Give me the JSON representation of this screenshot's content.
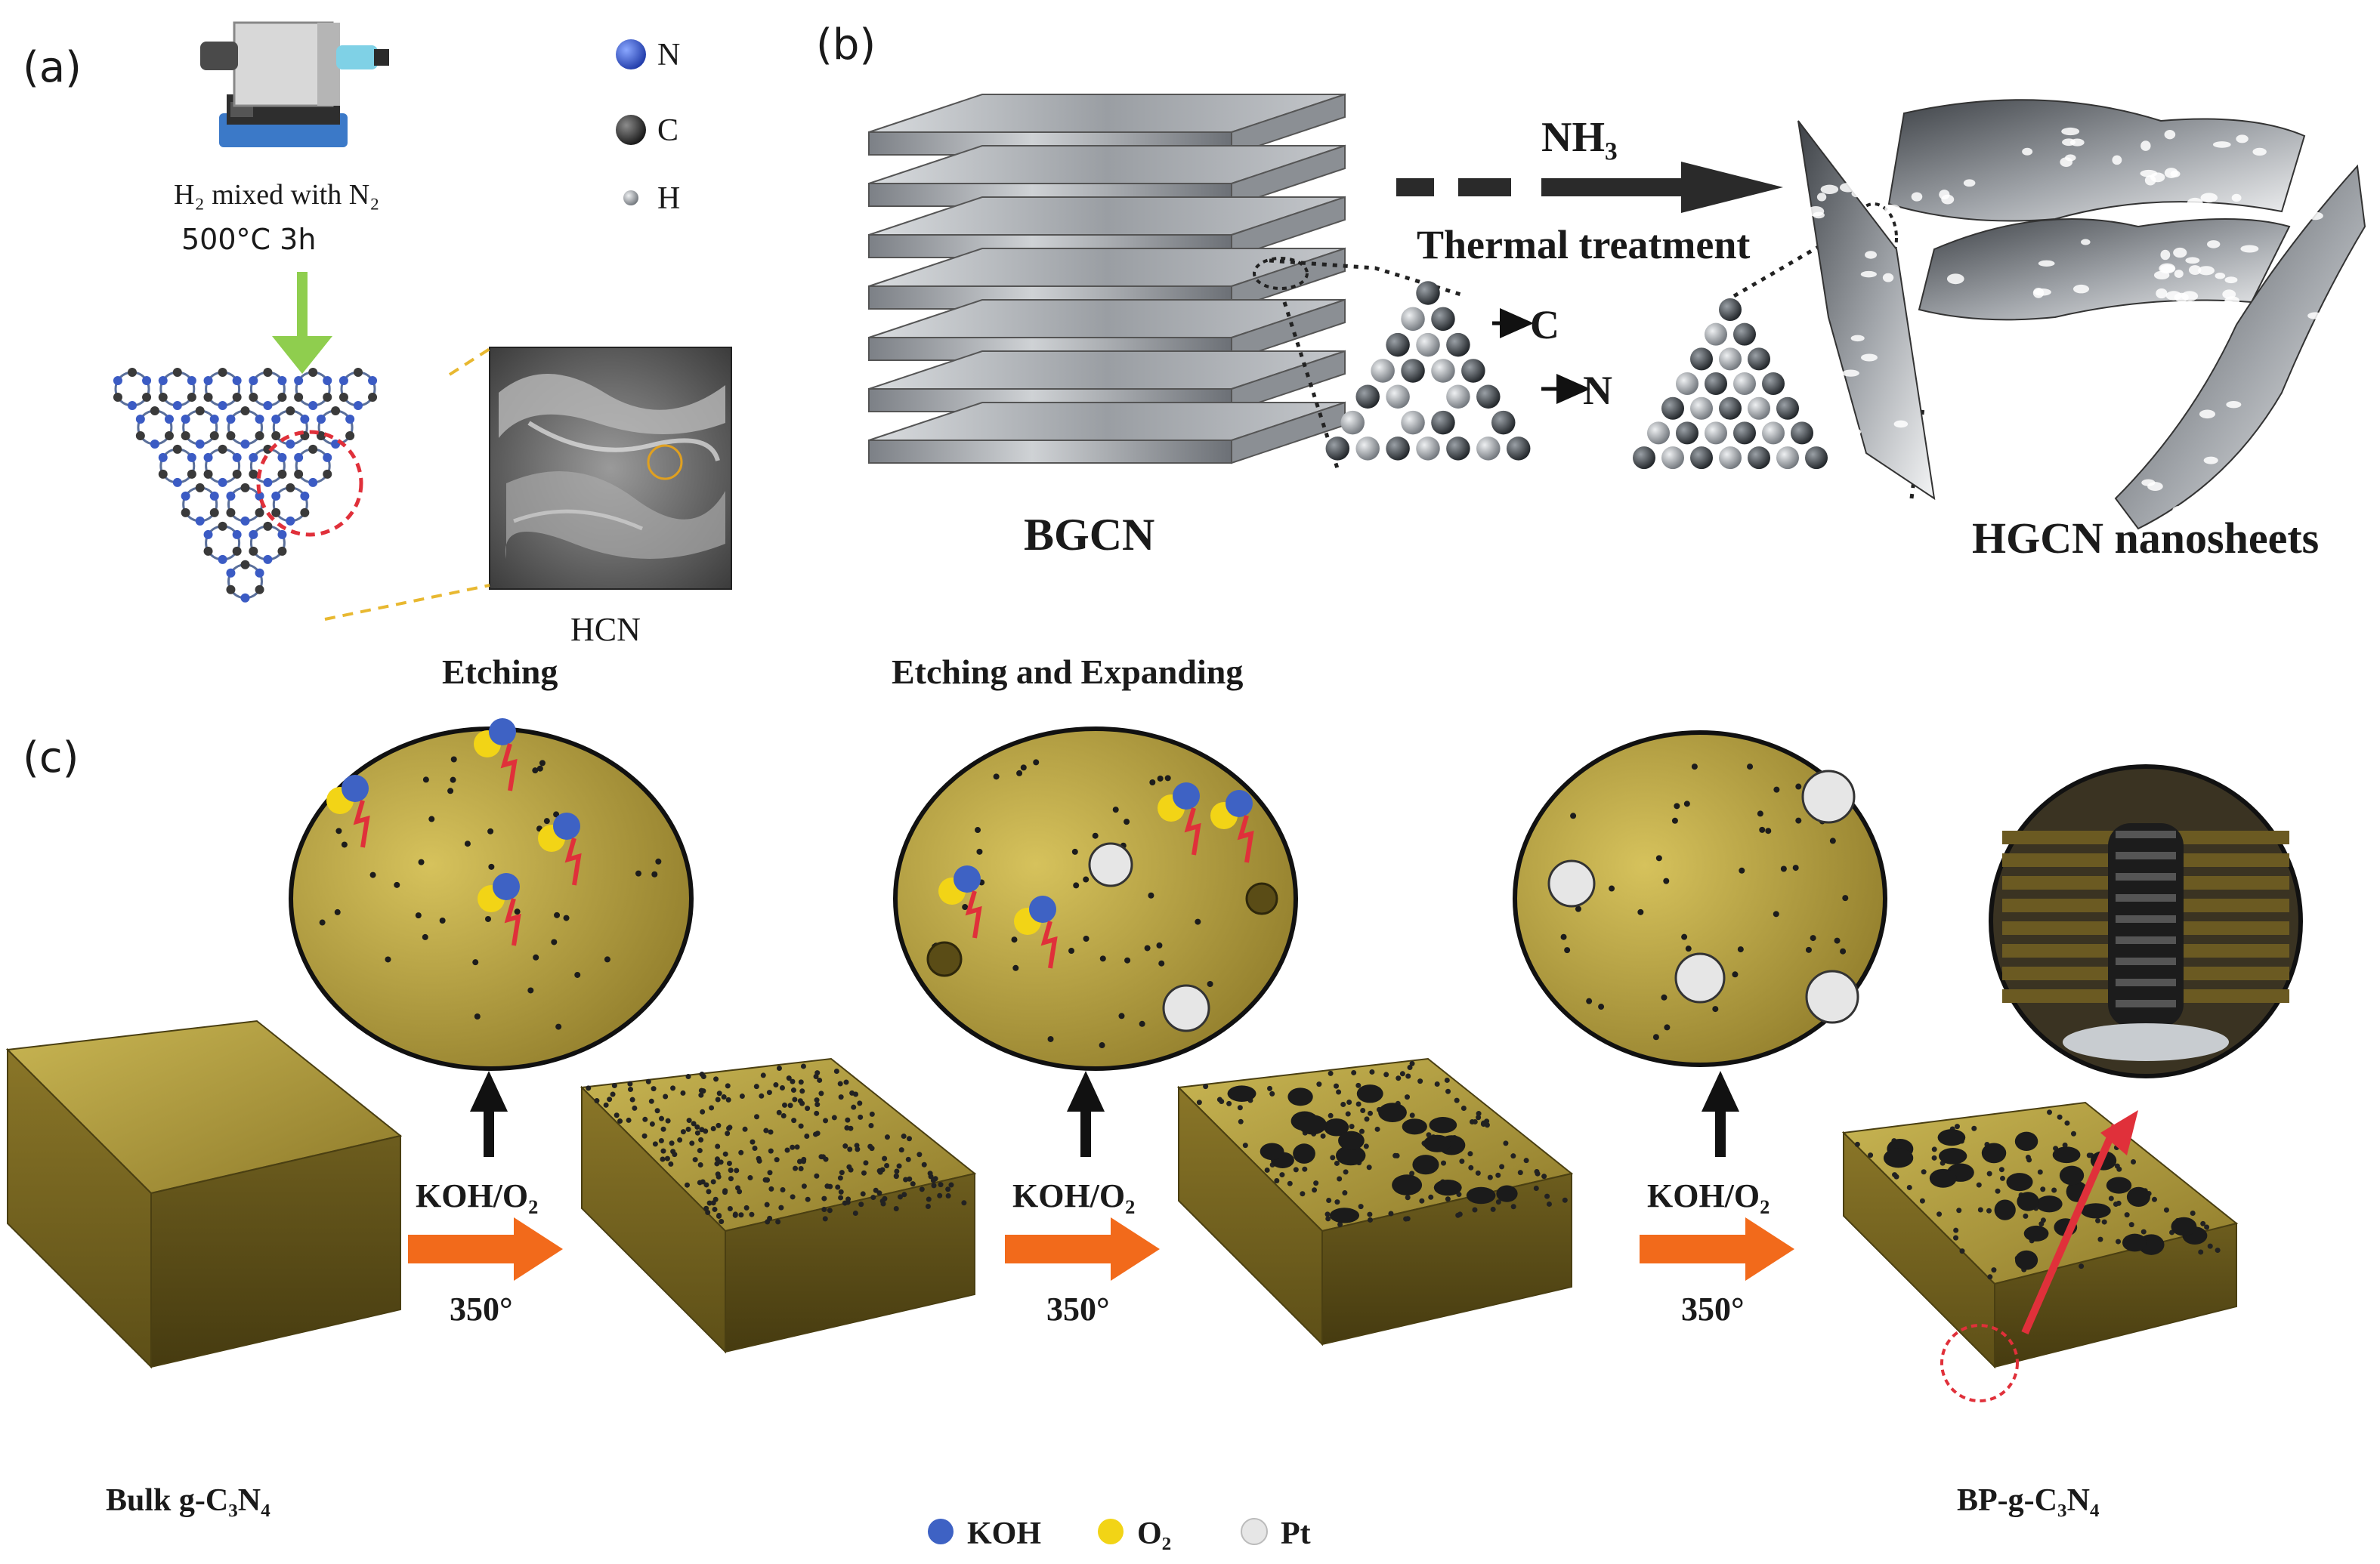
{
  "colors": {
    "gold_top": "#a08a34",
    "gold_light": "#c8b451",
    "gold_side": "#7c6a22",
    "gold_dark": "#5f5118",
    "koh_blue": "#3e62c4",
    "o2_yellow": "#f2d416",
    "pt_white": "#e6e6e6",
    "arrow_orange": "#f26a1b",
    "green_arrow": "#8fce4e",
    "red_dash": "#e0303a",
    "sheet_grey": "#9a9ea3"
  },
  "panel_a": {
    "label": "(a)",
    "gas_line": "H₂ mixed with N₂",
    "condition": "500°C 3h",
    "legend": [
      {
        "symbol": "blue-atom-icon",
        "label": "N"
      },
      {
        "symbol": "dark-atom-icon",
        "label": "C"
      },
      {
        "symbol": "small-white-atom-icon",
        "label": "H"
      }
    ],
    "sem_label": "HCN"
  },
  "panel_b": {
    "label": "(b)",
    "reagent": "NH₃",
    "process": "Thermal treatment",
    "carbon_label": "C",
    "nitrogen_label": "N",
    "left_label": "BGCN",
    "right_label": "HGCN nanosheets"
  },
  "panel_c": {
    "label": "(c)",
    "step1_title": "Etching",
    "step2_title": "Etching and Expanding",
    "reagent": "KOH/O₂",
    "temperature": "350°",
    "start_label": "Bulk g-C₃N₄",
    "end_label": "BP-g-C₃N₄",
    "legend": [
      {
        "symbol": "koh-dot-icon",
        "label": "KOH"
      },
      {
        "symbol": "o2-dot-icon",
        "label": "O₂"
      },
      {
        "symbol": "pt-dot-icon",
        "label": "Pt"
      }
    ]
  }
}
